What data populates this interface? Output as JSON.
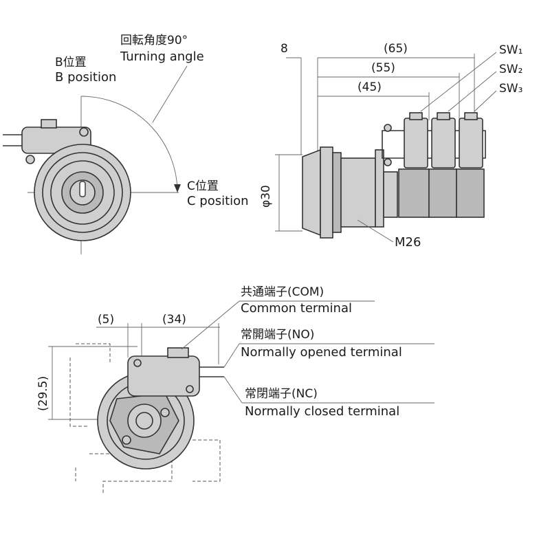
{
  "top_left": {
    "turning_angle_jp": "回転角度90°",
    "turning_angle_en": "Turning angle",
    "b_position_jp": "B位置",
    "b_position_en": "B position",
    "c_position_jp": "C位置",
    "c_position_en": "C position"
  },
  "top_right": {
    "dim_8": "8",
    "dim_65": "(65)",
    "dim_55": "(55)",
    "dim_45": "(45)",
    "dim_phi30": "φ30",
    "thread": "M26",
    "sw1": "SW₁",
    "sw2": "SW₂",
    "sw3": "SW₃"
  },
  "bottom": {
    "dim_5": "(5)",
    "dim_34": "(34)",
    "dim_29_5": "(29.5)",
    "com_jp": "共通端子(COM)",
    "com_en": "Common terminal",
    "no_jp": "常開端子(NO)",
    "no_en": "Normally opened terminal",
    "nc_jp": "常閉端子(NC)",
    "nc_en": "Normally closed terminal"
  }
}
